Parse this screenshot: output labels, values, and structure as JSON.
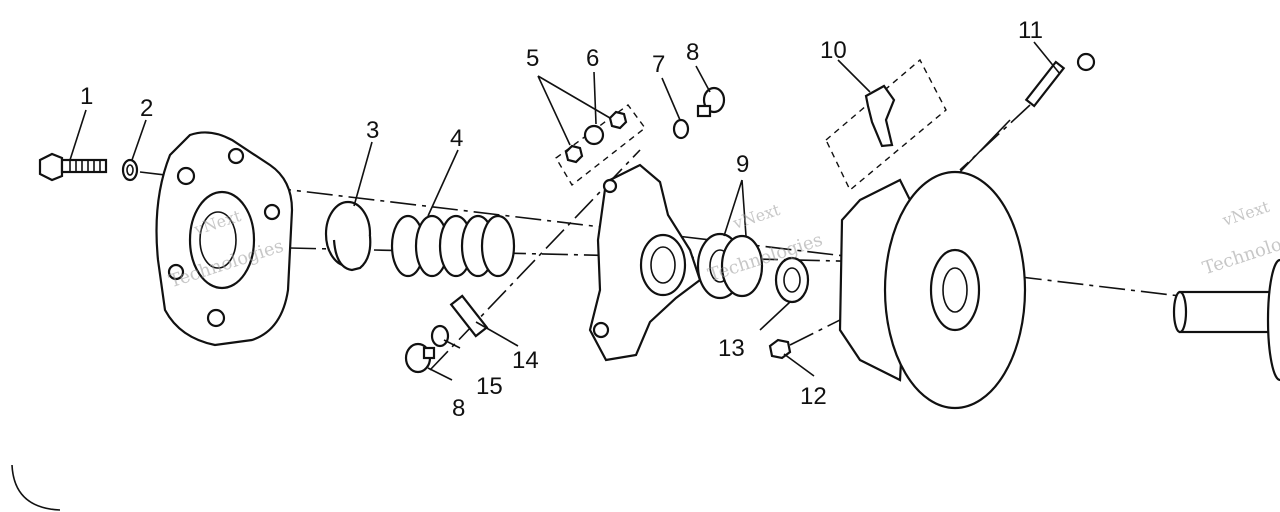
{
  "callouts": [
    "1",
    "2",
    "3",
    "4",
    "5",
    "6",
    "7",
    "8",
    "9",
    "10",
    "11",
    "8",
    "12",
    "13",
    "14",
    "15"
  ],
  "watermarks": [
    {
      "brand": "vNext",
      "line": "Technologies"
    },
    {
      "brand": "vNext",
      "line": "Technologies"
    },
    {
      "brand": "vNext",
      "line": "Technologies"
    }
  ]
}
